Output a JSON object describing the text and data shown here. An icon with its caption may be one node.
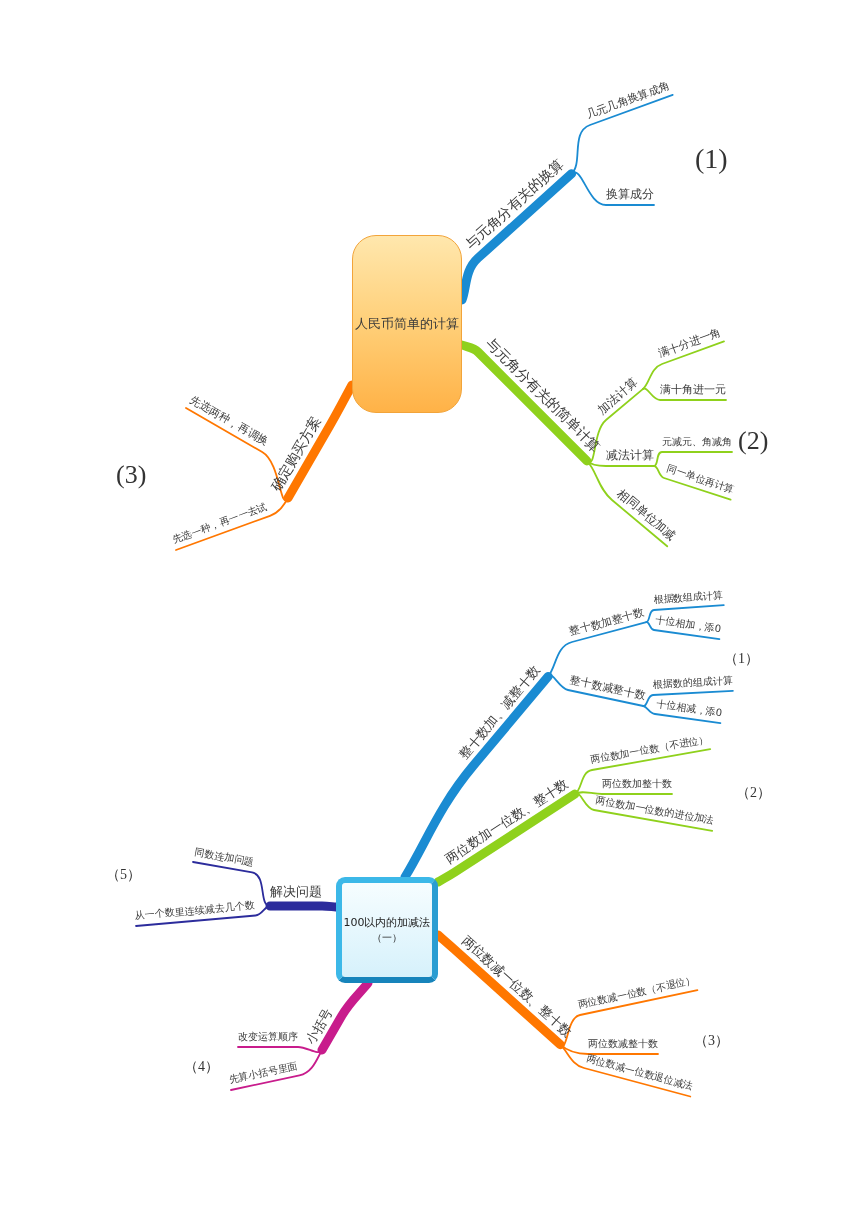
{
  "diagram": {
    "nodes": [
      {
        "text": [
          "人民币简单的计算"
        ]
      },
      {
        "text": [
          "与元角分有关的换算"
        ]
      },
      {
        "text": [
          "几元几角换算成角"
        ]
      },
      {
        "text": [
          "换算成分"
        ]
      },
      {
        "text": [
          "与元角分有关的简单计算"
        ]
      },
      {
        "text": [
          "加法计算"
        ]
      },
      {
        "text": [
          "满十分进一角"
        ]
      },
      {
        "text": [
          "满十角进一元"
        ]
      },
      {
        "text": [
          "减法计算"
        ]
      },
      {
        "text": [
          "元减元、角减角"
        ]
      },
      {
        "text": [
          "同一单位再计算"
        ]
      },
      {
        "text": [
          "相同单位加减"
        ]
      },
      {
        "text": [
          "确定购买方案"
        ]
      },
      {
        "text": [
          "先选两种，再调换"
        ]
      },
      {
        "text": [
          "先选一种，再一一去试"
        ]
      },
      {
        "text": [
          "100以内的加减法",
          "（一）"
        ]
      },
      {
        "text": [
          "整十数加、减整十数"
        ]
      },
      {
        "text": [
          "整十数加整十数"
        ]
      },
      {
        "text": [
          "根据数组成计算"
        ]
      },
      {
        "text": [
          "十位相加，添0"
        ]
      },
      {
        "text": [
          "整十数减整十数"
        ]
      },
      {
        "text": [
          "根据数的组成计算"
        ]
      },
      {
        "text": [
          "十位相减，添0"
        ]
      },
      {
        "text": [
          "两位数加一位数、整十数"
        ]
      },
      {
        "text": [
          "两位数加一位数（不进位）"
        ]
      },
      {
        "text": [
          "两位数加整十数"
        ]
      },
      {
        "text": [
          "两位数加一位数的进位加法"
        ]
      },
      {
        "text": [
          "两位数减一位数、整十数"
        ]
      },
      {
        "text": [
          "两位数减一位数（不退位）"
        ]
      },
      {
        "text": [
          "两位数减整十数"
        ]
      },
      {
        "text": [
          "两位数减一位数退位减法"
        ]
      },
      {
        "text": [
          "小括号"
        ]
      },
      {
        "text": [
          "改变运算顺序"
        ]
      },
      {
        "text": [
          "先算小括号里面"
        ]
      },
      {
        "text": [
          "解决问题"
        ]
      },
      {
        "text": [
          "同数连加问题"
        ]
      },
      {
        "text": [
          "从一个数里连续减去几个数"
        ]
      }
    ],
    "edges": [
      {
        "from": 0,
        "to": 1,
        "arrow": "none",
        "style": "thick",
        "color": "#1a8bd2"
      },
      {
        "from": 1,
        "to": 2,
        "arrow": "none",
        "color": "#1a8bd2"
      },
      {
        "from": 1,
        "to": 3,
        "arrow": "none",
        "color": "#1a8bd2"
      },
      {
        "from": 0,
        "to": 4,
        "arrow": "none",
        "style": "thick",
        "color": "#8fd11c"
      },
      {
        "from": 4,
        "to": 5,
        "arrow": "none",
        "color": "#8fd11c"
      },
      {
        "from": 5,
        "to": 6,
        "arrow": "none",
        "color": "#8fd11c"
      },
      {
        "from": 5,
        "to": 7,
        "arrow": "none",
        "color": "#8fd11c"
      },
      {
        "from": 4,
        "to": 8,
        "arrow": "none",
        "color": "#8fd11c"
      },
      {
        "from": 8,
        "to": 9,
        "arrow": "none",
        "color": "#8fd11c"
      },
      {
        "from": 8,
        "to": 10,
        "arrow": "none",
        "color": "#8fd11c"
      },
      {
        "from": 4,
        "to": 11,
        "arrow": "none",
        "color": "#8fd11c"
      },
      {
        "from": 0,
        "to": 12,
        "arrow": "none",
        "style": "thick",
        "color": "#ff7700"
      },
      {
        "from": 12,
        "to": 13,
        "arrow": "none",
        "color": "#ff7700"
      },
      {
        "from": 12,
        "to": 14,
        "arrow": "none",
        "color": "#ff7700"
      },
      {
        "from": 15,
        "to": 16,
        "arrow": "none",
        "style": "thick",
        "color": "#1a8bd2"
      },
      {
        "from": 16,
        "to": 17,
        "arrow": "none",
        "color": "#1a8bd2"
      },
      {
        "from": 17,
        "to": 18,
        "arrow": "none",
        "color": "#1a8bd2"
      },
      {
        "from": 17,
        "to": 19,
        "arrow": "none",
        "color": "#1a8bd2"
      },
      {
        "from": 16,
        "to": 20,
        "arrow": "none",
        "color": "#1a8bd2"
      },
      {
        "from": 20,
        "to": 21,
        "arrow": "none",
        "color": "#1a8bd2"
      },
      {
        "from": 20,
        "to": 22,
        "arrow": "none",
        "color": "#1a8bd2"
      },
      {
        "from": 15,
        "to": 23,
        "arrow": "none",
        "style": "thick",
        "color": "#8fd11c"
      },
      {
        "from": 23,
        "to": 24,
        "arrow": "none",
        "color": "#8fd11c"
      },
      {
        "from": 23,
        "to": 25,
        "arrow": "none",
        "color": "#8fd11c"
      },
      {
        "from": 23,
        "to": 26,
        "arrow": "none",
        "color": "#8fd11c"
      },
      {
        "from": 15,
        "to": 27,
        "arrow": "none",
        "style": "thick",
        "color": "#ff7700"
      },
      {
        "from": 27,
        "to": 28,
        "arrow": "none",
        "color": "#ff7700"
      },
      {
        "from": 27,
        "to": 29,
        "arrow": "none",
        "color": "#ff7700"
      },
      {
        "from": 27,
        "to": 30,
        "arrow": "none",
        "color": "#ff7700"
      },
      {
        "from": 15,
        "to": 31,
        "arrow": "none",
        "style": "thick",
        "color": "#c81c8c"
      },
      {
        "from": 31,
        "to": 32,
        "arrow": "none",
        "color": "#c81c8c"
      },
      {
        "from": 31,
        "to": 33,
        "arrow": "none",
        "color": "#c81c8c"
      },
      {
        "from": 15,
        "to": 34,
        "arrow": "none",
        "style": "thick",
        "color": "#2c2c9c"
      },
      {
        "from": 34,
        "to": 35,
        "arrow": "none",
        "color": "#2c2c9c"
      },
      {
        "from": 34,
        "to": 36,
        "arrow": "none",
        "color": "#2c2c9c"
      }
    ],
    "labels": [
      "(1)",
      "(2)",
      "(3)",
      "（1）",
      "（2）",
      "（3）",
      "（4）",
      "（5）"
    ]
  }
}
